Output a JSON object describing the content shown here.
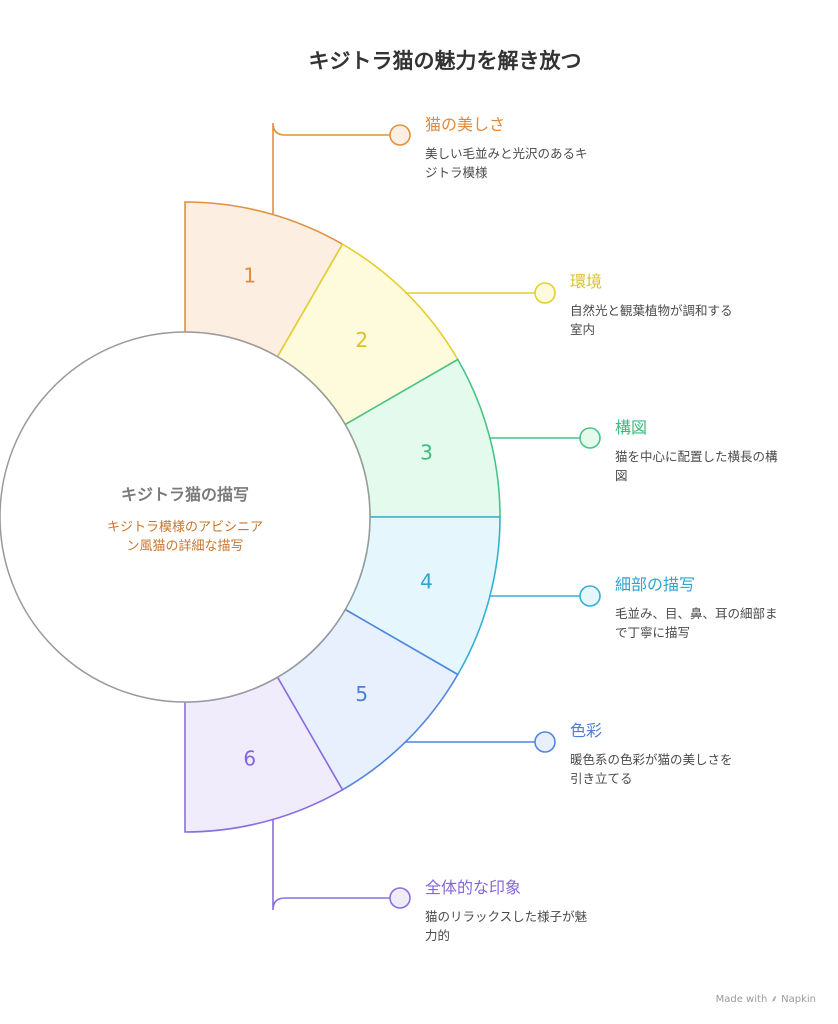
{
  "title": "キジトラ猫の魅力を解き放つ",
  "center": {
    "title": "キジトラ猫の描写",
    "desc_lines": [
      "キジトラ模様のアビシニア",
      "ン風猫の詳細な描写"
    ],
    "desc_color": "#c8762c"
  },
  "items": [
    {
      "num": "1",
      "title": "猫の美しさ",
      "desc_lines": [
        "美しい毛並みと光沢のあるキ",
        "ジトラ模様"
      ],
      "color": "#e0913f",
      "fill": "#fdeee2",
      "text_color": "#e08a3a"
    },
    {
      "num": "2",
      "title": "環境",
      "desc_lines": [
        "自然光と観葉植物が調和する",
        "室内"
      ],
      "color": "#e3cf2e",
      "fill": "#fefadc",
      "text_color": "#d9c22a"
    },
    {
      "num": "3",
      "title": "構図",
      "desc_lines": [
        "猫を中心に配置した横長の構",
        "図"
      ],
      "color": "#47c487",
      "fill": "#e4faed",
      "text_color": "#3dbb7e"
    },
    {
      "num": "4",
      "title": "細部の描写",
      "desc_lines": [
        "毛並み、目、鼻、耳の細部ま",
        "で丁寧に描写"
      ],
      "color": "#35afd6",
      "fill": "#e5f7fc",
      "text_color": "#2aa6cf"
    },
    {
      "num": "5",
      "title": "色彩",
      "desc_lines": [
        "暖色系の色彩が猫の美しさを",
        "引き立てる"
      ],
      "color": "#4f86e0",
      "fill": "#e9f0fd",
      "text_color": "#4a80dc"
    },
    {
      "num": "6",
      "title": "全体的な印象",
      "desc_lines": [
        "猫のリラックスした様子が魅",
        "力的"
      ],
      "color": "#8a6ee0",
      "fill": "#f0ecfb",
      "text_color": "#8466dc"
    }
  ],
  "footer": "Made with ⸙ Napkin"
}
